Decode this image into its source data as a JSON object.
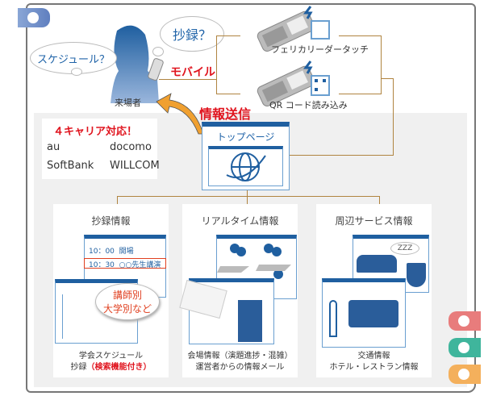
{
  "visitor": {
    "label": "来場者",
    "bubble_schedule": "スケジュール？",
    "bubble_abstract": "抄録？"
  },
  "mobile_label": "モバイル",
  "devices": [
    {
      "label": "フェリカリーダータッチ",
      "icon": "felica-phone-icon"
    },
    {
      "label": "QR コード読み込み",
      "icon": "qr-phone-icon"
    }
  ],
  "send_label": "情報送信",
  "carriers": {
    "title": "４キャリア対応！",
    "names": [
      "au",
      "docomo",
      "SoftBank",
      "WILLCOM"
    ]
  },
  "top_page": {
    "title": "トップページ"
  },
  "panels": [
    {
      "title": "抄録情報",
      "rows": [
        {
          "time": "10：00",
          "text": "開場"
        },
        {
          "time": "10：30",
          "text": "○○先生講演"
        }
      ],
      "callout": [
        "講師別",
        "大学別など"
      ],
      "caption1": "学会スケジュール",
      "caption2": "抄録",
      "caption2_red": "（検索機能付き）"
    },
    {
      "title": "リアルタイム情報",
      "caption1": "会場情報（演題進捗・混雑）",
      "caption2": "運営者からの情報メール"
    },
    {
      "title": "周辺サービス情報",
      "zzz": "ZZZ",
      "caption1": "交通情報",
      "caption2": "ホテル・レストラン情報"
    }
  ],
  "colors": {
    "blue": "#1f5fa0",
    "red": "#e0141e",
    "line": "#b08440",
    "tab_red": "#e87c7c",
    "tab_green": "#3fb59c",
    "tab_orange": "#f4b05c"
  }
}
